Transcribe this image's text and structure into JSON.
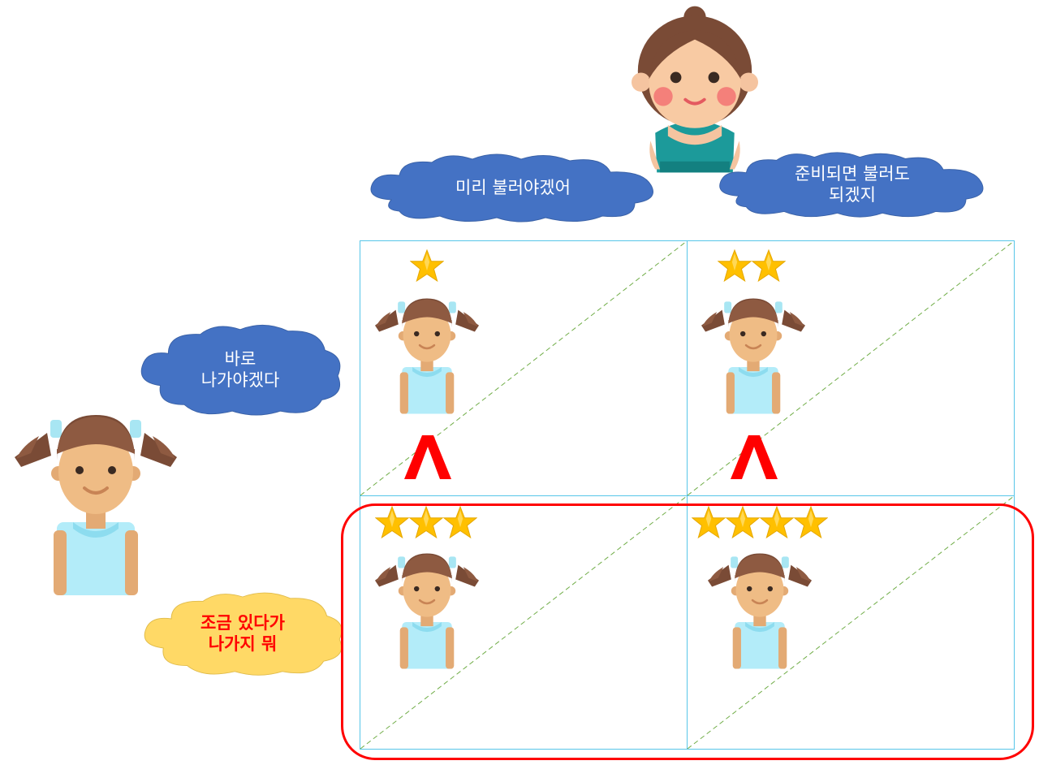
{
  "speech": {
    "parent_left": "미리 불러야겠어",
    "parent_right_line1": "준비되면 불러도",
    "parent_right_line2": "되겠지",
    "child_top_line1": "바로",
    "child_top_line2": "나가야겠다",
    "child_bottom_line1": "조금 있다가",
    "child_bottom_line2": "나가지 뭐"
  },
  "matrix": {
    "cells": [
      {
        "position": "top-left",
        "stars": 1
      },
      {
        "position": "top-right",
        "stars": 2
      },
      {
        "position": "bottom-left",
        "stars": 3
      },
      {
        "position": "bottom-right",
        "stars": 4
      }
    ],
    "highlighted_row": "bottom"
  },
  "colors": {
    "cloud_blue": "#4472c4",
    "cloud_yellow": "#ffd966",
    "grid_line": "#57c6e8",
    "diagonal": "#70ad47",
    "highlight": "#ff0000",
    "star": "#ffc000",
    "arrow": "#ff0000"
  },
  "icons": {
    "parent": "mother-icon",
    "child": "girl-icon",
    "rating": "star-icon",
    "comparison": "caret-up-icon"
  }
}
